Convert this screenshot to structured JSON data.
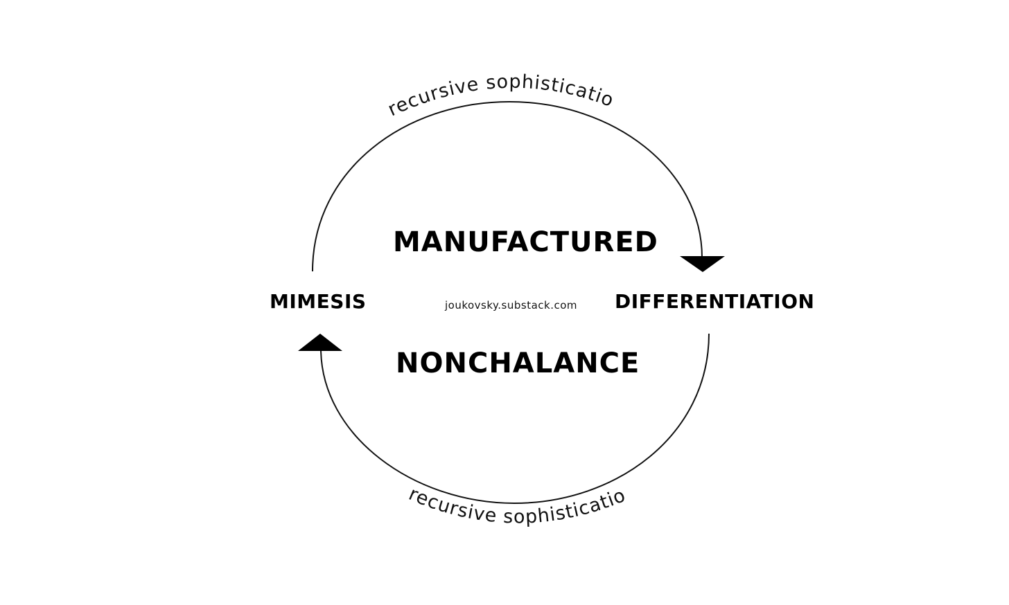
{
  "diagram": {
    "center_top": "MANUFACTURED",
    "center_bottom": "NONCHALANCE",
    "left_node": "MIMESIS",
    "right_node": "DIFFERENTIATION",
    "watermark": "joukovsky.substack.com",
    "top_arc_label": "recursive sophistication",
    "bottom_arc_label": "recursive sophistication",
    "colors": {
      "stroke": "#111111",
      "text": "#000000",
      "background": "#ffffff"
    }
  }
}
